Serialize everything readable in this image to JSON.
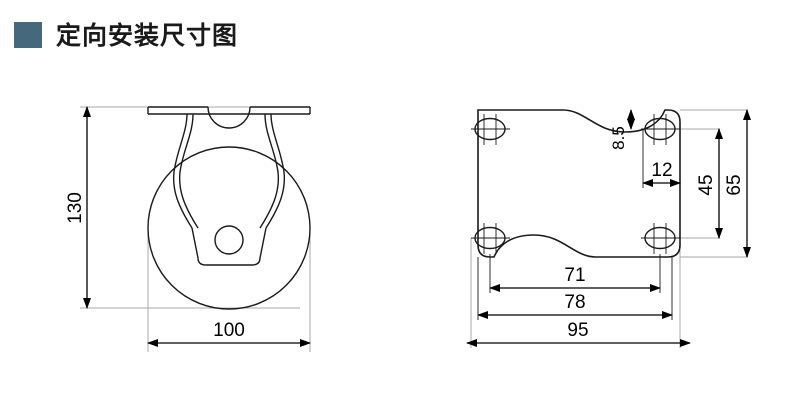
{
  "title": {
    "marker_color": "#45697c",
    "text": "定向安装尺寸图"
  },
  "drawing": {
    "side_view": {
      "name": "Rigid caster side elevation",
      "dimensions": {
        "overall_height": "130",
        "wheel_diameter": "100"
      }
    },
    "top_view": {
      "name": "Mounting plate top view",
      "dimensions": {
        "hole_edge_offset_vertical": "8.5",
        "hole_edge_offset_horizontal": "12",
        "bolt_spacing_short": "45",
        "plate_width": "65",
        "bolt_spacing_long": "71",
        "plate_inner_length": "78",
        "plate_length": "95"
      }
    }
  },
  "chart_data": {
    "type": "table",
    "title": "定向安装尺寸图",
    "categories": [
      "130",
      "100",
      "8.5",
      "12",
      "45",
      "65",
      "71",
      "78",
      "95"
    ],
    "values": [
      130,
      100,
      8.5,
      12,
      45,
      65,
      71,
      78,
      95
    ],
    "xlabel": "",
    "ylabel": ""
  }
}
